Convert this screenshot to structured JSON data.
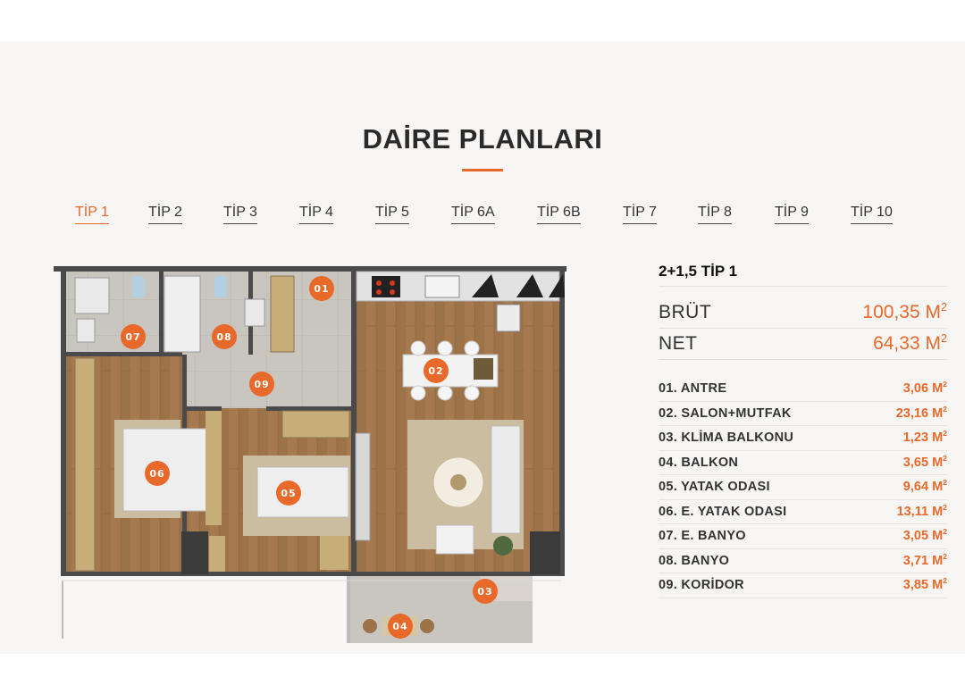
{
  "page": {
    "title": "DAİRE PLANLARI",
    "accent_color": "#e8692a"
  },
  "tabs": [
    {
      "label": "TİP 1",
      "active": true
    },
    {
      "label": "TİP 2",
      "active": false
    },
    {
      "label": "TİP 3",
      "active": false
    },
    {
      "label": "TİP 4",
      "active": false
    },
    {
      "label": "TİP 5",
      "active": false
    },
    {
      "label": "TİP 6A",
      "active": false
    },
    {
      "label": "TİP 6B",
      "active": false
    },
    {
      "label": "TİP 7",
      "active": false
    },
    {
      "label": "TİP 8",
      "active": false
    },
    {
      "label": "TİP 9",
      "active": false
    },
    {
      "label": "TİP 10",
      "active": false
    }
  ],
  "floorplan": {
    "badges": [
      "01",
      "02",
      "03",
      "04",
      "05",
      "06",
      "07",
      "08",
      "09"
    ]
  },
  "specs": {
    "title": "2+1,5 TİP 1",
    "unit": "M",
    "unit_exp": "2",
    "brut": {
      "label": "BRÜT",
      "value": "100,35"
    },
    "net": {
      "label": "NET",
      "value": "64,33"
    },
    "rooms": [
      {
        "label": "01. ANTRE",
        "value": "3,06"
      },
      {
        "label": "02. SALON+MUTFAK",
        "value": "23,16"
      },
      {
        "label": "03. KLİMA BALKONU",
        "value": "1,23"
      },
      {
        "label": "04. BALKON",
        "value": "3,65"
      },
      {
        "label": "05. YATAK ODASI",
        "value": "9,64"
      },
      {
        "label": "06. E. YATAK ODASI",
        "value": "13,11"
      },
      {
        "label": "07. E. BANYO",
        "value": "3,05"
      },
      {
        "label": "08. BANYO",
        "value": "3,71"
      },
      {
        "label": "09. KORİDOR",
        "value": "3,85"
      }
    ]
  }
}
